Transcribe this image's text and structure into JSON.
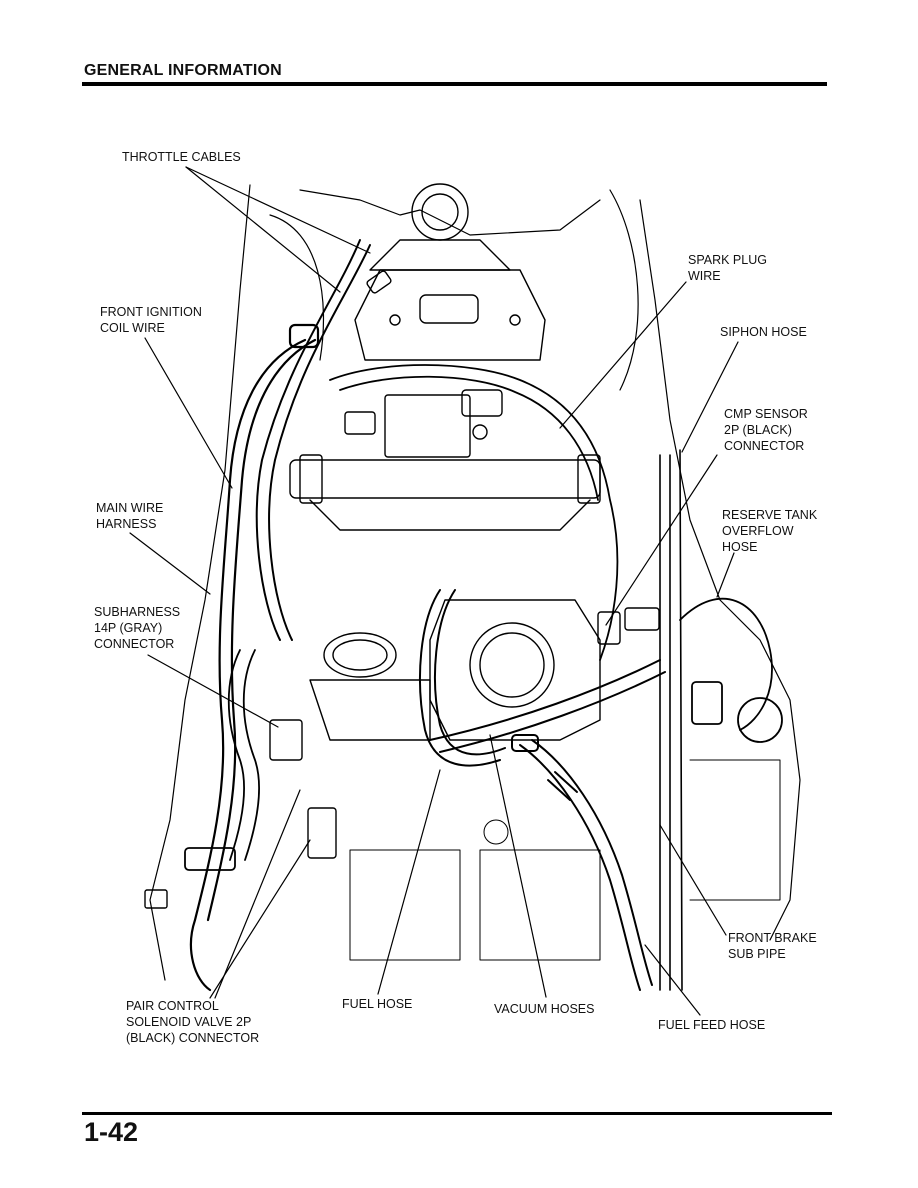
{
  "header": {
    "title": "GENERAL INFORMATION"
  },
  "page": {
    "number": "1-42"
  },
  "callouts": {
    "throttle_cables": "THROTTLE CABLES",
    "spark_plug_wire": "SPARK PLUG\nWIRE",
    "front_ignition_coil_wire": "FRONT IGNITION\nCOIL WIRE",
    "siphon_hose": "SIPHON HOSE",
    "cmp_sensor": "CMP SENSOR\n2P (BLACK)\nCONNECTOR",
    "main_wire_harness": "MAIN WIRE\nHARNESS",
    "reserve_tank_overflow_hose": "RESERVE TANK\nOVERFLOW\nHOSE",
    "subharness_connector": "SUBHARNESS\n14P (GRAY)\nCONNECTOR",
    "front_brake_sub_pipe": "FRONT BRAKE\nSUB PIPE",
    "pair_control_solenoid": "PAIR CONTROL\nSOLENOID VALVE 2P\n(BLACK) CONNECTOR",
    "fuel_hose": "FUEL HOSE",
    "vacuum_hoses": "VACUUM HOSES",
    "fuel_feed_hose": "FUEL FEED HOSE"
  }
}
